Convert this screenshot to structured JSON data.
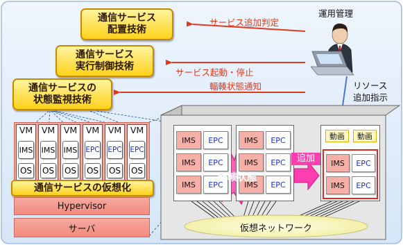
{
  "boxes": {
    "placement": "通信サービス\n配置技術",
    "execution": "通信サービス\n実行制御技術",
    "monitoring": "通信サービスの\n状態監視技術"
  },
  "arrows": {
    "add_decision": "サービス追加判定",
    "start_stop": "サービス起動・停止",
    "congestion_notify": "輻輳状態通知"
  },
  "operator": {
    "label": "運用管理"
  },
  "resource_instruction": "リソース\n追加指示",
  "left_stack": {
    "vm_label": "VM",
    "ims_label": "IMS",
    "epc_label": "EPC",
    "os_label": "OS",
    "virtualization_banner": "通信サービスの仮想化",
    "hypervisor": "Hypervisor",
    "server": "サーバ"
  },
  "cluster": {
    "ims_label": "IMS",
    "epc_label": "EPC",
    "video_label": "動画",
    "add_label": "追加",
    "congestion_label": "輻輳状態",
    "virtual_network": "仮想ネットワーク"
  },
  "colors": {
    "yellow_box": "#ffd21a",
    "red_arrow": "#e03a1e",
    "blue_arrow": "#4a78c8",
    "pink_burst": "#ff5fb8",
    "magenta_arrow": "#ff3fb0",
    "cell_red": "#f6b0a8",
    "stack_pink": "#f48a7e"
  }
}
